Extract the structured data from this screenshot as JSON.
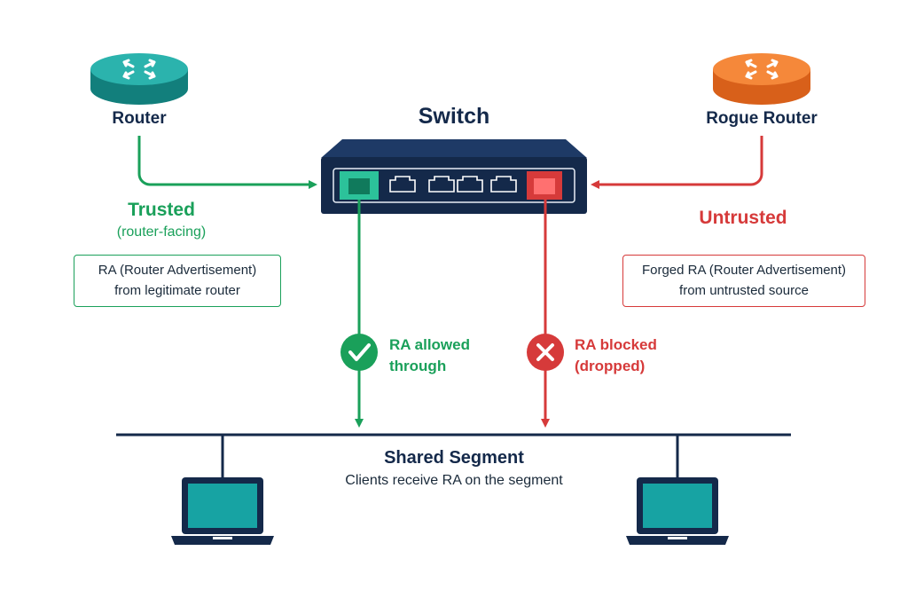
{
  "colors": {
    "navy": "#14294a",
    "teal": "#1a9e9a",
    "orange": "#f07a2a",
    "green": "#1aa05a",
    "red": "#d63a3a",
    "screen": "#17a3a3"
  },
  "router": {
    "label": "Router"
  },
  "rogue_router": {
    "label": "Rogue Router"
  },
  "switch": {
    "label": "Switch"
  },
  "trusted": {
    "title": "Trusted",
    "subtitle": "(router-facing)"
  },
  "untrusted": {
    "title": "Untrusted"
  },
  "legit_ra_box": {
    "line1": "RA (Router Advertisement)",
    "line2": "from legitimate router"
  },
  "forged_ra_box": {
    "line1": "Forged RA (Router Advertisement)",
    "line2": "from untrusted source"
  },
  "allowed": {
    "line1": "RA allowed",
    "line2": "through",
    "icon": "check-icon"
  },
  "blocked": {
    "line1": "RA blocked",
    "line2": "(dropped)",
    "icon": "x-icon"
  },
  "segment": {
    "title": "Shared Segment",
    "subtitle": "Clients receive RA on the segment"
  }
}
